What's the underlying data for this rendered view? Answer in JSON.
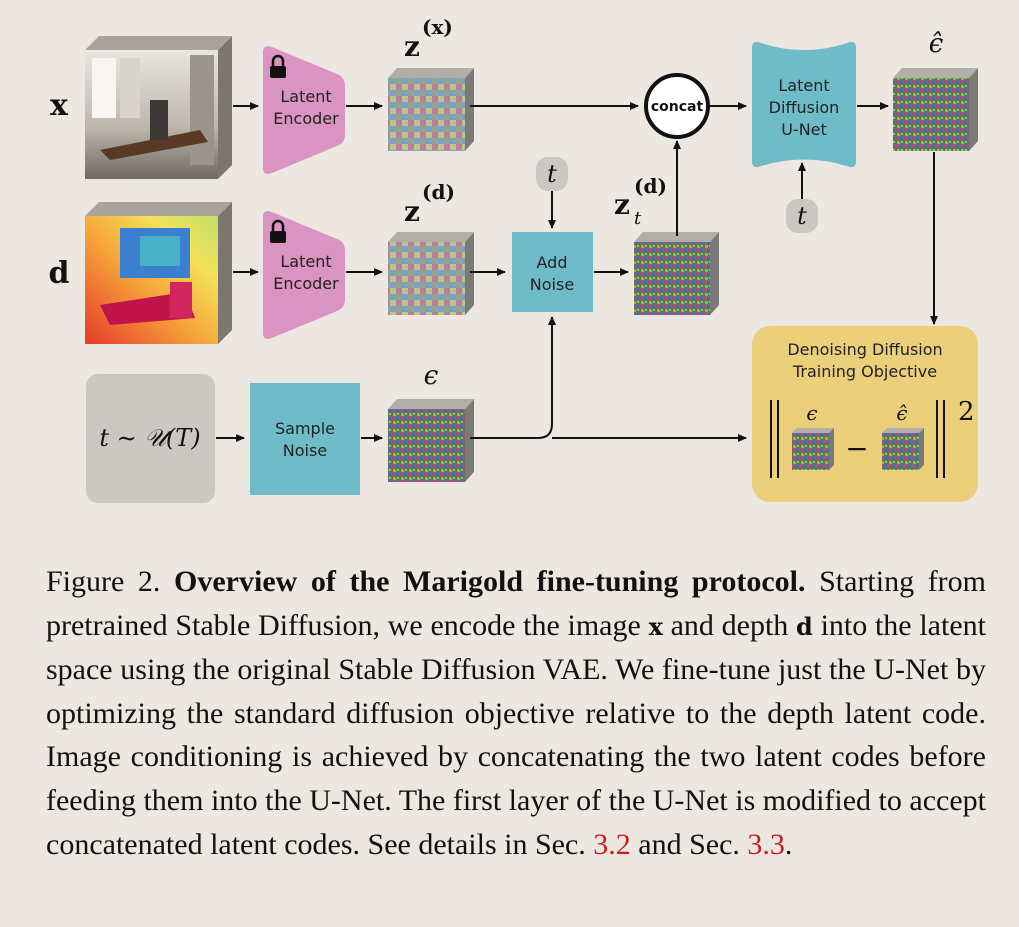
{
  "inputs": {
    "x_symbol": "x",
    "d_symbol": "d"
  },
  "blocks": {
    "encoder_line1": "Latent",
    "encoder_line2": "Encoder",
    "add_noise_line1": "Add",
    "add_noise_line2": "Noise",
    "sample_noise_line1": "Sample",
    "sample_noise_line2": "Noise",
    "unet_line1": "Latent",
    "unet_line2": "Diffusion",
    "unet_line3": "U-Net",
    "concat": "concat",
    "objective_line1": "Denoising Diffusion",
    "objective_line2": "Training Objective"
  },
  "latents": {
    "zx_base": "z",
    "zx_sup": "(x)",
    "zd_base": "z",
    "zd_sup": "(d)",
    "zt_base": "z",
    "zt_sup": "(d)",
    "zt_sub": "t",
    "eps": "ϵ",
    "eps_hat": "ϵ̂"
  },
  "timestep": {
    "t": "t",
    "sampling": "t ∼ 𝒰(T)"
  },
  "loss": {
    "minus": "−",
    "power": "2"
  },
  "caption": {
    "label": "Figure 2.",
    "title": "Overview of the Marigold fine-tuning protocol.",
    "seg1": "Start­ing from pretrained Stable Diffusion, we encode the image",
    "x": "x",
    "seg2": "and depth",
    "d": "d",
    "seg3": "into the latent space using the original Stable Diffusion VAE. We fine-tune just the U-Net by optimizing the standard diffu­sion objective relative to the depth latent code. Image conditioning is achieved by concatenating the two latent codes before feeding them into the U-Net. The first layer of the U-Net is modified to ac­cept concatenated latent codes. See details in Sec.",
    "ref1": "3.2",
    "seg4": "and Sec.",
    "ref2": "3.3",
    "seg5": "."
  },
  "colors": {
    "background": "#ece8e1",
    "encoder": "#d994c2",
    "add_noise": "#6fbcc9",
    "unet": "#6fbcc9",
    "objective": "#ebcf7b",
    "t_badge": "#cbc8c3",
    "ref_red": "#d11b1b"
  }
}
